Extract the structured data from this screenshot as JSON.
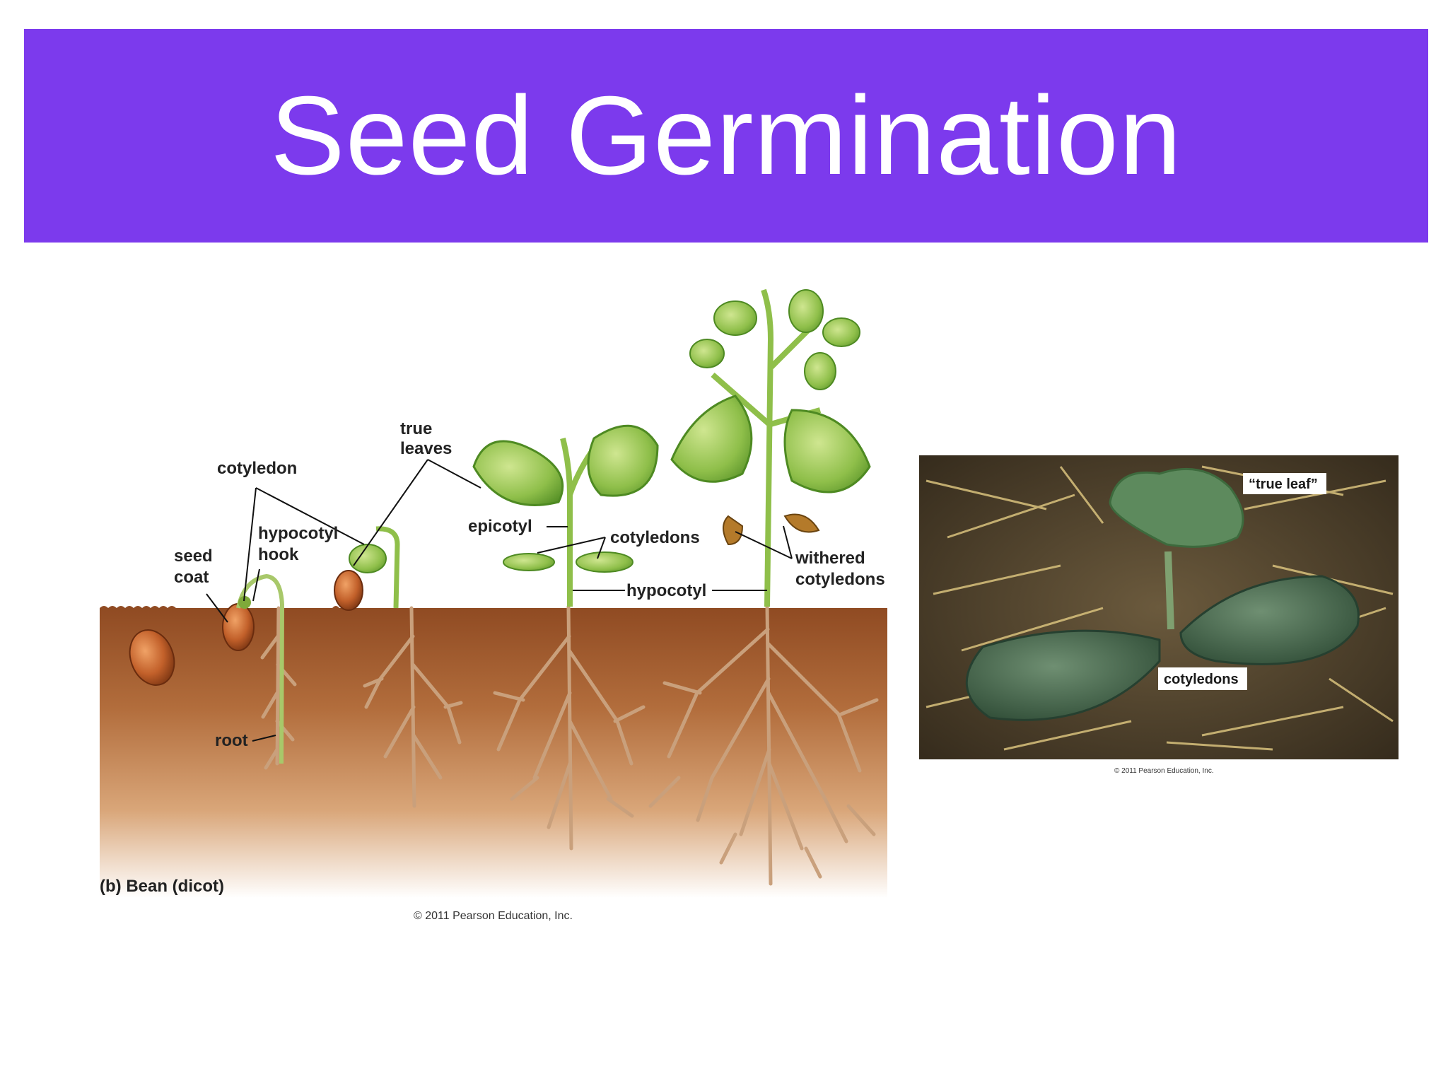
{
  "slide": {
    "title": "Seed Germination",
    "accent_color": "#7c3aed"
  },
  "bean_diagram": {
    "caption": "(b) Bean (dicot)",
    "copyright": "© 2011 Pearson Education, Inc.",
    "labels": {
      "true_leaves_1": "true",
      "true_leaves_2": "leaves",
      "cotyledon": "cotyledon",
      "hypocotyl_hook_1": "hypocotyl",
      "hypocotyl_hook_2": "hook",
      "seed_coat_1": "seed",
      "seed_coat_2": "coat",
      "epicotyl": "epicotyl",
      "cotyledons": "cotyledons",
      "hypocotyl": "hypocotyl",
      "withered_cotyledons_1": "withered",
      "withered_cotyledons_2": "cotyledons",
      "root": "root"
    }
  },
  "photo": {
    "true_leaf_label": "“true leaf”",
    "cotyledons_label": "cotyledons",
    "copyright": "© 2011 Pearson Education, Inc."
  }
}
